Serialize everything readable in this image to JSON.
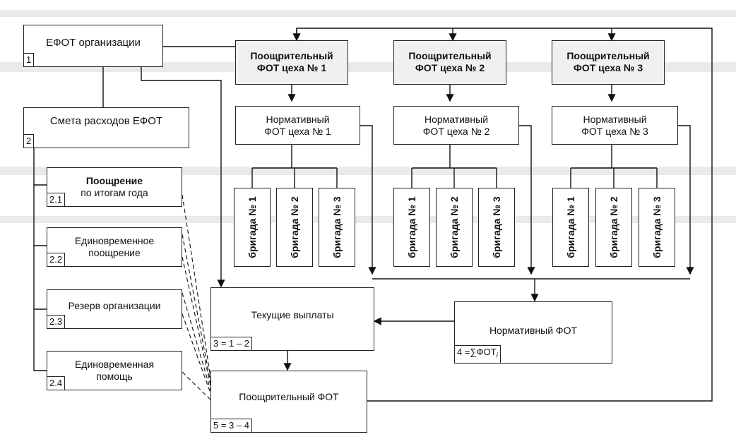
{
  "org": {
    "title": "ЕФОТ организации",
    "num": "1"
  },
  "smeta": {
    "title": "Смета расходов ЕФОТ",
    "num": "2"
  },
  "items": [
    {
      "line1": "Поощрение",
      "line2": "по итогам года",
      "num": "2.1"
    },
    {
      "line1": "Единовременное",
      "line2": "поощрение",
      "num": "2.2"
    },
    {
      "line1": "Резерв организации",
      "line2": "",
      "num": "2.3"
    },
    {
      "line1": "Единовременная",
      "line2": "помощь",
      "num": "2.4"
    }
  ],
  "workshops": [
    {
      "incentive1": "Поощрительный",
      "incentive2": "ФОТ цеха № 1",
      "norm1": "Нормативный",
      "norm2": "ФОТ цеха № 1",
      "brigades": [
        "бригада № 1",
        "бригада № 2",
        "бригада № 3"
      ]
    },
    {
      "incentive1": "Поощрительный",
      "incentive2": "ФОТ цеха № 2",
      "norm1": "Нормативный",
      "norm2": "ФОТ цеха № 2",
      "brigades": [
        "бригада № 1",
        "бригада № 2",
        "бригада № 3"
      ]
    },
    {
      "incentive1": "Поощрительный",
      "incentive2": "ФОТ цеха № 3",
      "norm1": "Нормативный",
      "norm2": "ФОТ цеха № 3",
      "brigades": [
        "бригада № 1",
        "бригада № 2",
        "бригада № 3"
      ]
    }
  ],
  "current": {
    "title": "Текущие выплаты",
    "formula": "3 = 1 – 2"
  },
  "normative": {
    "title": "Нормативный ФОТ",
    "formula": "4 =∑ФОТ",
    "formula_sub": "i"
  },
  "incentive": {
    "title": "Поощрительный ФОТ",
    "formula": "5 = 3 – 4"
  }
}
